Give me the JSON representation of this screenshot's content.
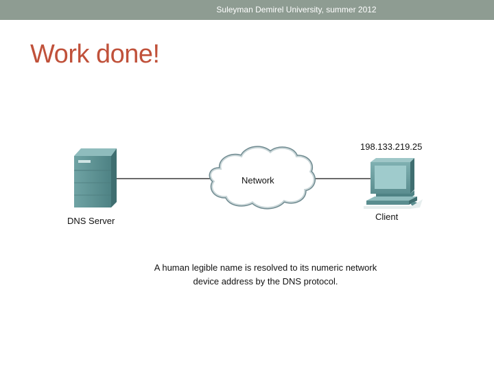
{
  "header": {
    "text": "Suleyman Demirel University, summer 2012"
  },
  "slide": {
    "title": "Work done!"
  },
  "diagram": {
    "server_label": "DNS Server",
    "network_label": "Network",
    "client_label": "Client",
    "client_ip": "198.133.219.25",
    "caption_line1": "A human legible name is resolved to its numeric network",
    "caption_line2": "device address by the DNS protocol.",
    "icons": [
      "server-icon",
      "cloud-icon",
      "desktop-computer-icon"
    ],
    "colors": {
      "header_bar": "#8e9c92",
      "title": "#c0513a",
      "device_teal": "#5f9597",
      "cloud_fill": "#ffffff",
      "cloud_stroke": "#6f8a90"
    }
  }
}
